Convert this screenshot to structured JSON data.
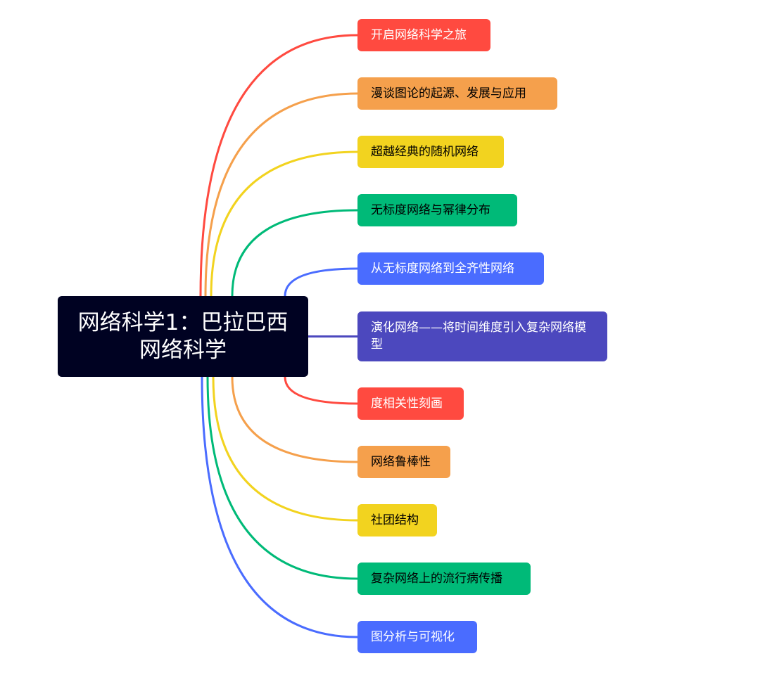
{
  "root": {
    "title": "网络科学1：巴拉巴西网络科学",
    "color": "#000222"
  },
  "topics": [
    {
      "label": "开启网络科学之旅",
      "color": "#FF4A40",
      "text_color": "#ffffff"
    },
    {
      "label": "漫谈图论的起源、发展与应用",
      "color": "#F5A04C",
      "text_color": "#000000"
    },
    {
      "label": "超越经典的随机网络",
      "color": "#F2D31F",
      "text_color": "#000000"
    },
    {
      "label": "无标度网络与幂律分布",
      "color": "#00BA78",
      "text_color": "#000000"
    },
    {
      "label": "从无标度网络到全齐性网络",
      "color": "#4A6CFF",
      "text_color": "#ffffff"
    },
    {
      "label": "演化网络——将时间维度引入复杂网络模型",
      "color": "#4C48BE",
      "text_color": "#ffffff"
    },
    {
      "label": "度相关性刻画",
      "color": "#FF4A40",
      "text_color": "#ffffff"
    },
    {
      "label": "网络鲁棒性",
      "color": "#F5A04C",
      "text_color": "#000000"
    },
    {
      "label": "社团结构",
      "color": "#F2D31F",
      "text_color": "#000000"
    },
    {
      "label": "复杂网络上的流行病传播",
      "color": "#00BA78",
      "text_color": "#000000"
    },
    {
      "label": "图分析与可视化",
      "color": "#4A6CFF",
      "text_color": "#ffffff"
    }
  ]
}
